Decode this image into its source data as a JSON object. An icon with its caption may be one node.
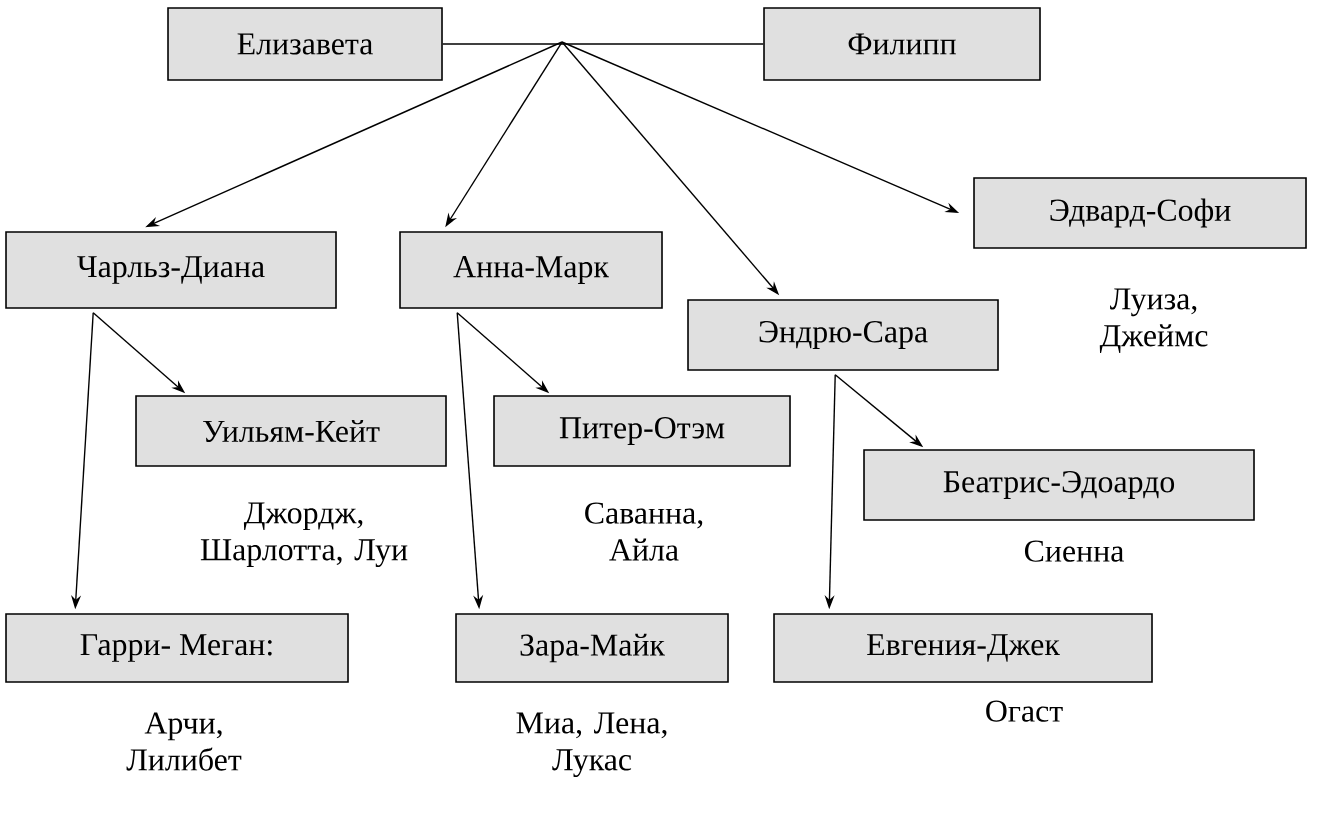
{
  "diagram": {
    "nodes": [
      {
        "text": [
          "Елизавета"
        ]
      },
      {
        "text": [
          "Филипп"
        ]
      },
      {
        "text": [
          "Чарльз-Диана"
        ]
      },
      {
        "text": [
          "Анна-Марк"
        ]
      },
      {
        "text": [
          "Эндрю-Сара"
        ]
      },
      {
        "text": [
          "Эдвард-Софи"
        ],
        "beside": [
          "Луиза, Джеймс"
        ]
      },
      {
        "text": [
          "Уильям-Кейт"
        ],
        "beside": [
          "Джордж, Шарлотта, Луи"
        ]
      },
      {
        "text": [
          "Питер-Отэм"
        ],
        "beside": [
          "Саванна, Айла"
        ]
      },
      {
        "text": [
          "Беатрис-Эдоардо"
        ],
        "beside": [
          "Сиенна"
        ]
      },
      {
        "text": [
          "Гарри- Меган:"
        ],
        "beside": [
          "Арчи, Лилибет"
        ]
      },
      {
        "text": [
          "Зара-Майк"
        ],
        "beside": [
          "Миа, Лена, Лукас"
        ]
      },
      {
        "text": [
          "Евгения-Джек"
        ],
        "beside": [
          "Огаст"
        ]
      }
    ],
    "edges": [
      {
        "from": 0,
        "to": 1,
        "arrow": "none"
      },
      {
        "from": null,
        "to": 2,
        "arrow": "to"
      },
      {
        "from": null,
        "to": 3,
        "arrow": "to"
      },
      {
        "from": null,
        "to": 4,
        "arrow": "to"
      },
      {
        "from": null,
        "to": 5,
        "arrow": "to"
      },
      {
        "from": 2,
        "to": 6,
        "arrow": "to"
      },
      {
        "from": 2,
        "to": 9,
        "arrow": "to"
      },
      {
        "from": 3,
        "to": 7,
        "arrow": "to"
      },
      {
        "from": 3,
        "to": 10,
        "arrow": "to"
      },
      {
        "from": 4,
        "to": 8,
        "arrow": "to"
      },
      {
        "from": 4,
        "to": 11,
        "arrow": "to"
      }
    ]
  }
}
